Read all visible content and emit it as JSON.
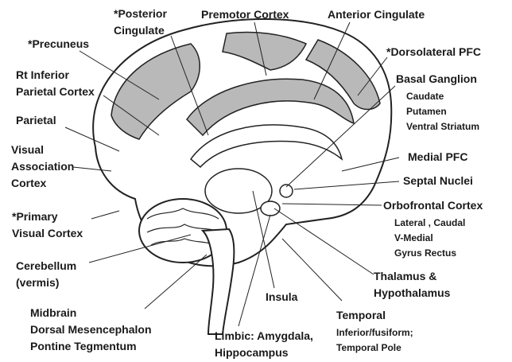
{
  "labels": {
    "posterior_cingulate": [
      "*Posterior",
      "Cingulate"
    ],
    "premotor_cortex": "Premotor Cortex",
    "anterior_cingulate": "Anterior Cingulate",
    "precuneus": "*Precuneus",
    "dorsolateral_pfc": "*Dorsolateral PFC",
    "rt_inferior_parietal": [
      "Rt Inferior",
      "Parietal Cortex"
    ],
    "basal_ganglion": "Basal Ganglion",
    "basal_ganglion_parts": [
      "Caudate",
      "Putamen",
      "Ventral Striatum"
    ],
    "parietal": "Parietal",
    "visual_association": [
      "Visual",
      "Association",
      "Cortex"
    ],
    "medial_pfc": "Medial PFC",
    "septal_nuclei": "Septal Nuclei",
    "primary_visual": [
      "*Primary",
      "Visual Cortex"
    ],
    "orbitofrontal": "Orbofrontal Cortex",
    "orbitofrontal_parts": [
      "Lateral , Caudal",
      "V-Medial",
      "Gyrus Rectus"
    ],
    "cerebellum": [
      "Cerebellum",
      "(vermis)"
    ],
    "thalamus": [
      "Thalamus &",
      "Hypothalamus"
    ],
    "insula": "Insula",
    "midbrain": [
      "Midbrain",
      "Dorsal Mesencephalon",
      "Pontine Tegmentum"
    ],
    "temporal": "Temporal",
    "temporal_parts": [
      "Inferior/fusiform;",
      "Temporal Pole"
    ],
    "limbic": [
      "Limbic: Amygdala,",
      "Hippocampus"
    ]
  },
  "colors": {
    "shaded_region": "#b9b9b9",
    "outline": "#222222",
    "background": "#ffffff"
  }
}
